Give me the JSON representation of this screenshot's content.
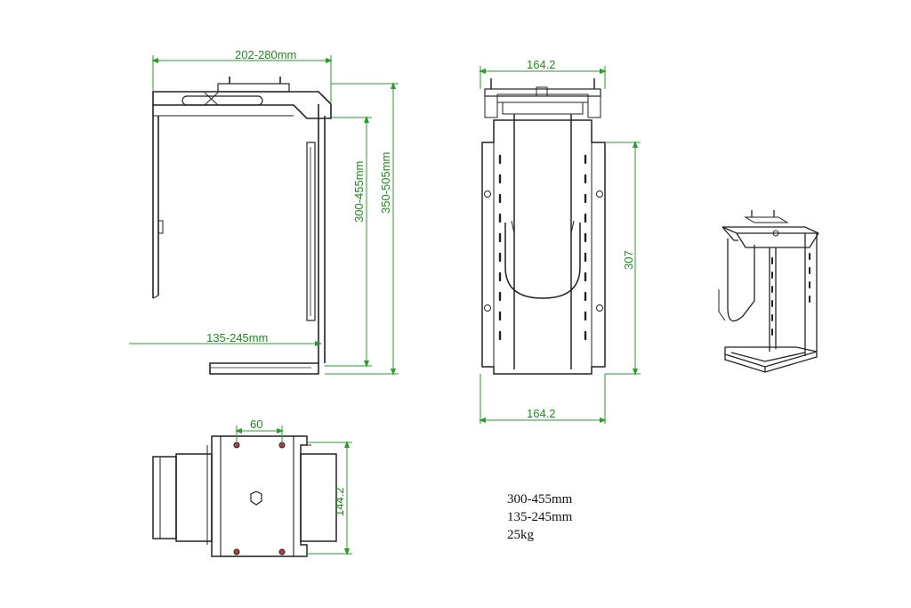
{
  "colors": {
    "line": "#222222",
    "dimension": "#2a9d2a",
    "label": "#1f8c1f",
    "hole": "#b44040"
  },
  "views": {
    "side": {
      "width_label": "202-280mm",
      "inner_height_label": "300-455mm",
      "outer_height_label": "350-505mm",
      "depth_label": "135-245mm"
    },
    "front": {
      "top_width_label": "164.2",
      "bottom_width_label": "164.2",
      "height_label": "307"
    },
    "top": {
      "hole_spacing_label": "60",
      "width_label": "144.2"
    },
    "iso": {
      "name": "isometric-view"
    }
  },
  "specs": [
    "300-455mm",
    "135-245mm",
    "25kg"
  ]
}
